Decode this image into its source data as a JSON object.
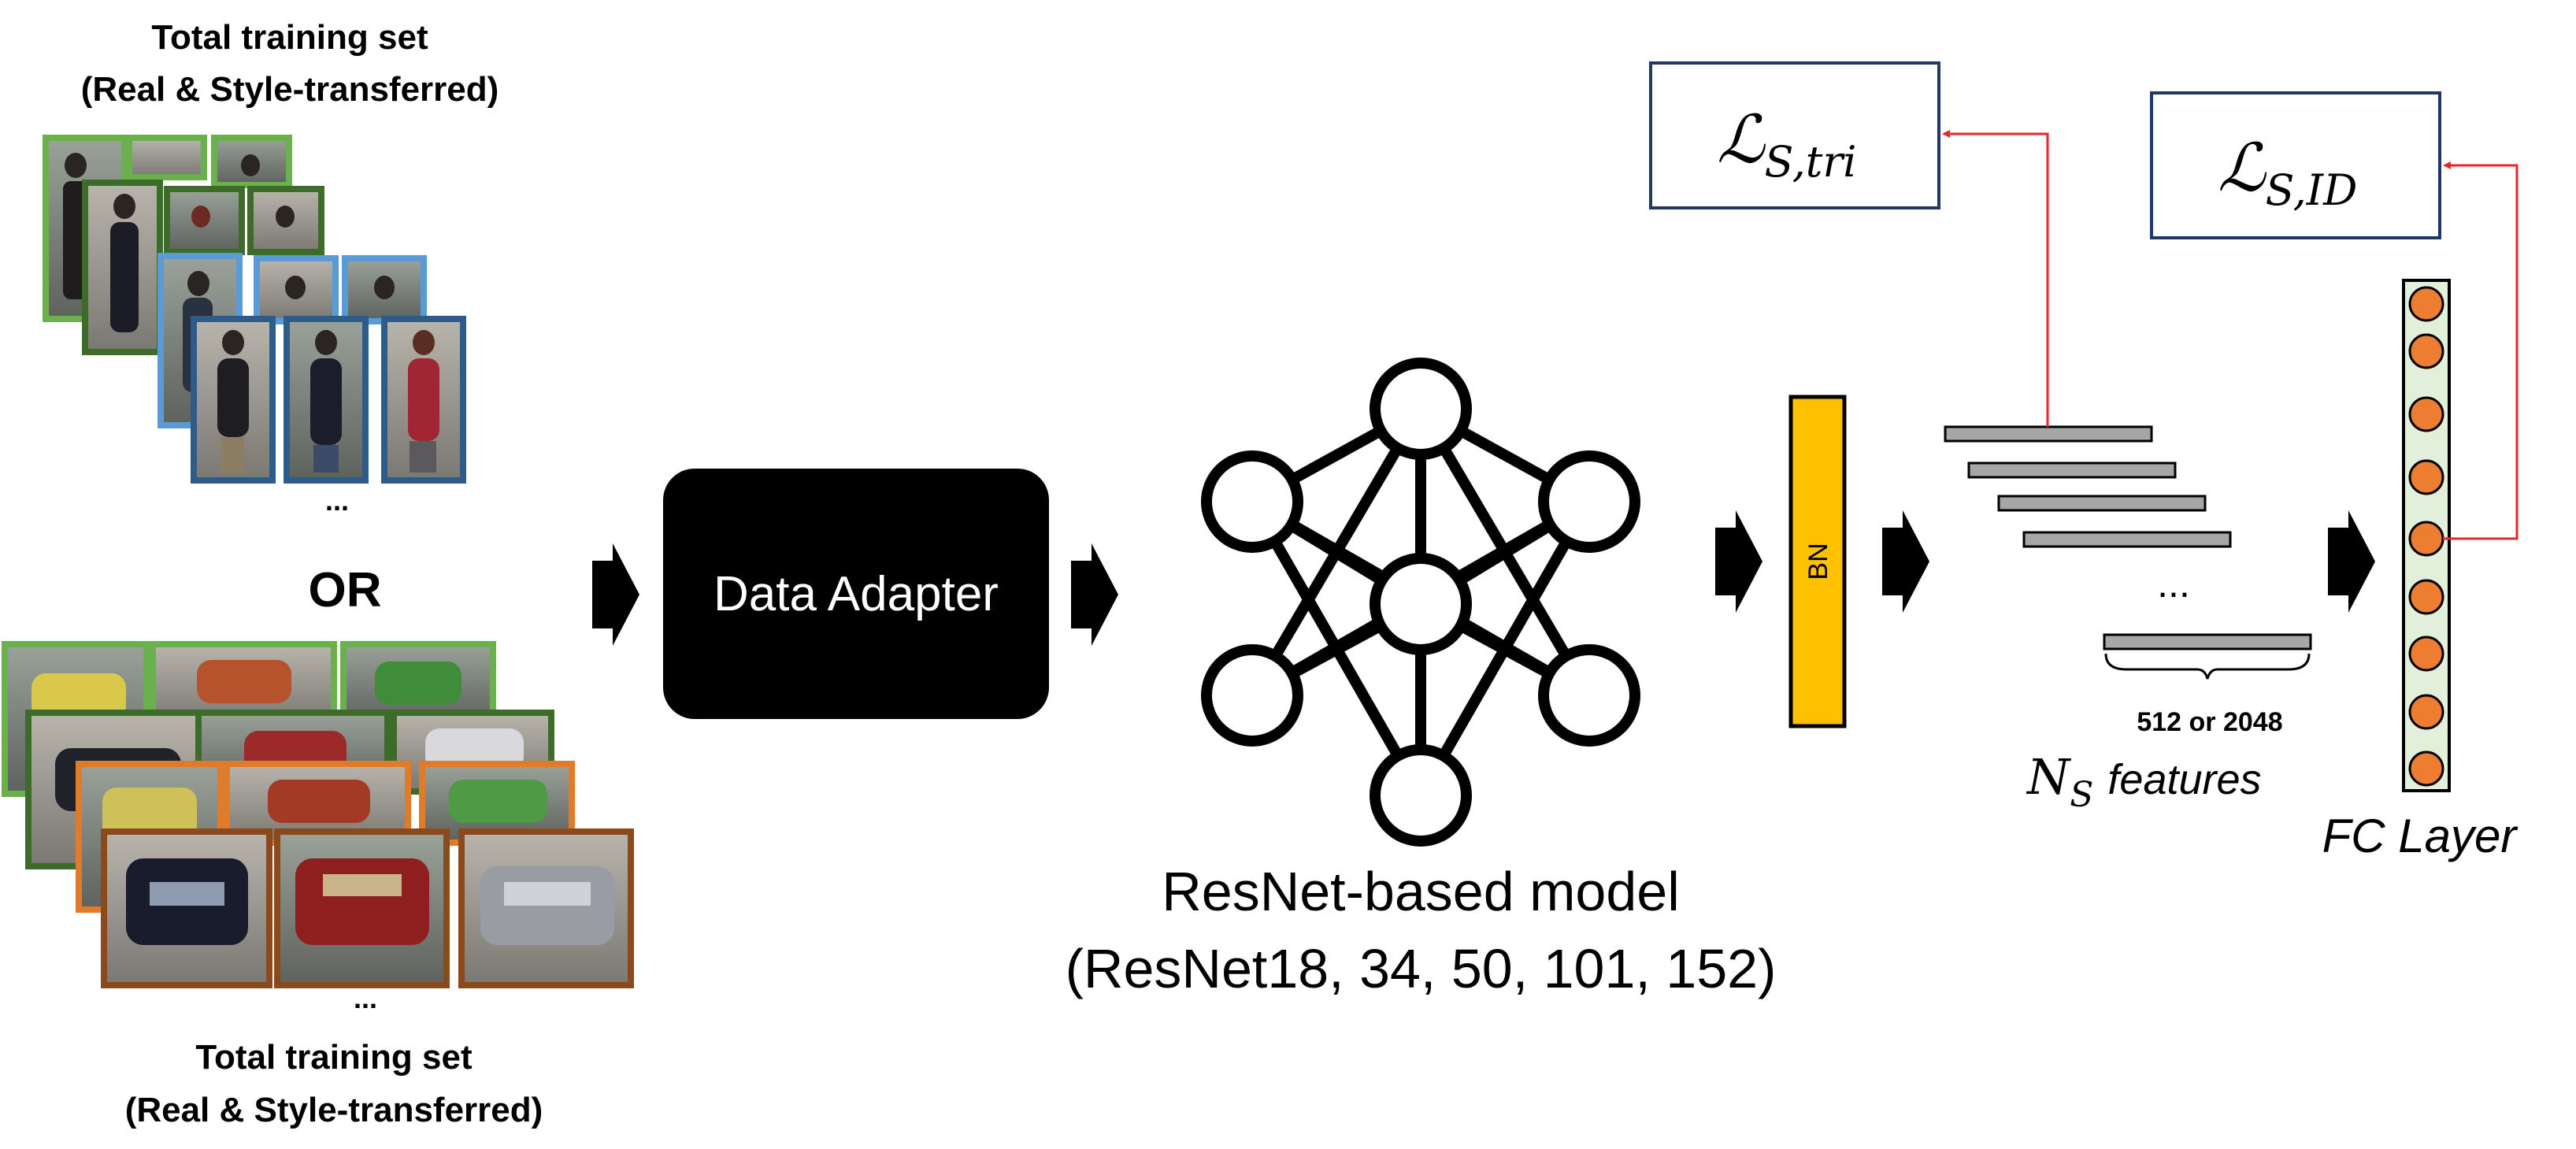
{
  "person_set": {
    "title_line1": "Total training set",
    "title_line2": "(Real & Style-transferred)",
    "ellipsis": "..."
  },
  "or_label": "OR",
  "vehicle_set": {
    "ellipsis": "...",
    "title_line1": "Total training set",
    "title_line2": "(Real & Style-transferred)"
  },
  "data_adapter": {
    "label": "Data Adapter"
  },
  "resnet": {
    "title_line1": "ResNet-based model",
    "title_line2": "(ResNet18, 34, 50, 101, 152)"
  },
  "bn": {
    "label": "BN"
  },
  "features": {
    "ellipsis": "...",
    "dim_label": "512 or 2048",
    "name_symbol": "N",
    "name_sub": "S",
    "name_word": "features"
  },
  "fc_layer": {
    "label": "FC Layer"
  },
  "loss_tri": {
    "script": "ℒ",
    "sub": "S,tri"
  },
  "loss_id": {
    "script": "ℒ",
    "sub": "S,ID"
  },
  "colors": {
    "green_frame": "#6ab04c",
    "dark_green_frame": "#3d6b2a",
    "blue_frame": "#5b9bd5",
    "dark_blue_frame": "#2e5c8a",
    "orange_frame": "#e07b2a",
    "brown_frame": "#8a4a1c",
    "bn_fill": "#ffc000",
    "fc_node": "#ed7d31",
    "fc_bar": "#e2efda",
    "loss_border": "#1f3864",
    "red_line": "#e8262b",
    "feature_bar": "#a6a6a6"
  }
}
